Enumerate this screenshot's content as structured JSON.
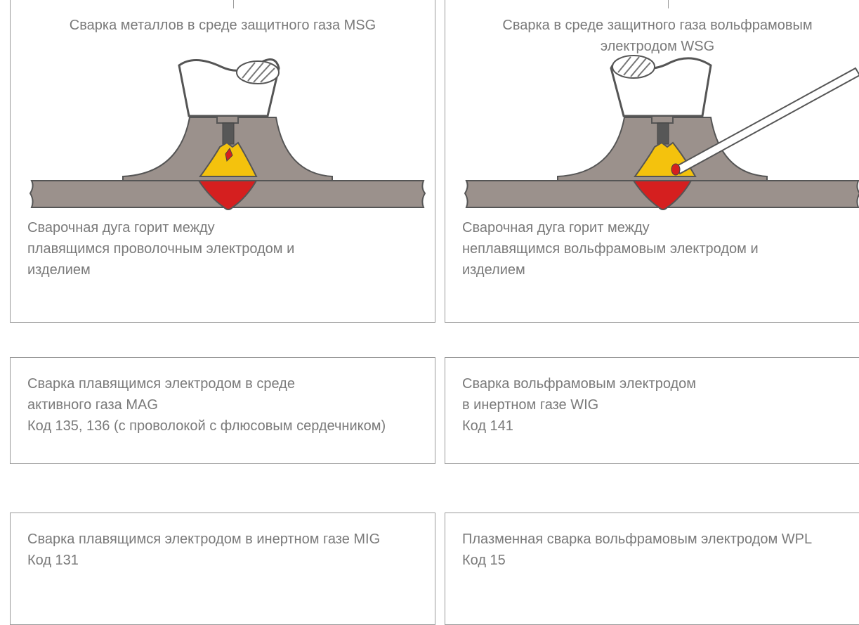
{
  "colors": {
    "border": "#9a9a9a",
    "text": "#7a7a7a",
    "metal": "#9b918c",
    "nozzle_fill": "#ffffff",
    "arc_yellow": "#f4c20d",
    "weld_red": "#d51f1f",
    "electrode": "#575757"
  },
  "panels": [
    {
      "title": "Сварка металлов в среде защитного газа MSG",
      "description": [
        "Сварочная дуга горит между",
        "плавящимся проволочным электродом и",
        "изделием"
      ]
    },
    {
      "title": "Сварка в среде защитного газа вольфрамовым электродом WSG",
      "description": [
        "Сварочная дуга горит между",
        "неплавящимся вольфрамовым электродом и",
        "изделием"
      ]
    }
  ],
  "cards": [
    {
      "lines": [
        "Сварка плавящимся электродом в среде",
        "активного газа MAG",
        "Код 135, 136 (с проволокой с флюсовым сердечником)"
      ]
    },
    {
      "lines": [
        "Сварка вольфрамовым электродом",
        "в инертном газе WIG",
        "Код 141"
      ]
    },
    {
      "lines": [
        "Сварка плавящимся электродом в инертном газе MIG",
        "Код 131"
      ]
    },
    {
      "lines": [
        "Плазменная сварка вольфрамовым электродом WPL",
        "Код 15"
      ]
    }
  ]
}
